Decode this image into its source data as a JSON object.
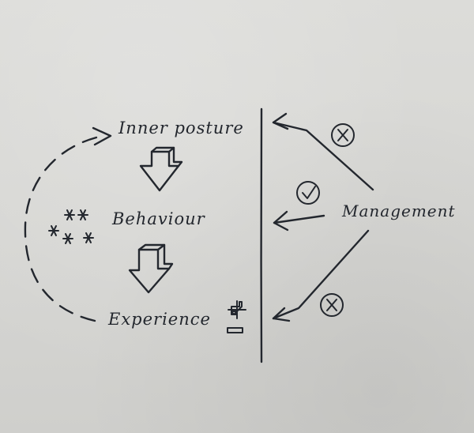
{
  "diagram": {
    "stages": {
      "inner_posture": "Inner posture",
      "behaviour": "Behaviour",
      "experience": "Experience"
    },
    "actor": "Management",
    "marks": {
      "to_inner_posture": "cross",
      "to_behaviour": "check",
      "to_experience": "cross",
      "experience_signs": [
        "plus",
        "minus"
      ],
      "behaviour_decoration": "asterisks"
    },
    "colors": {
      "ink": "#22262d",
      "paper": "#d9d9d6"
    }
  }
}
